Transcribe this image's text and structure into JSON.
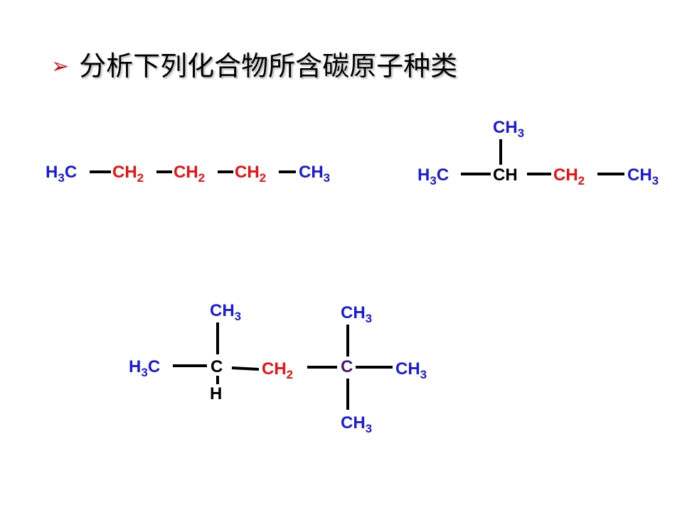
{
  "title": {
    "arrow_glyph": "➢",
    "text": "分析下列化合物所含碳原子种类"
  },
  "molecule1": {
    "atoms": [
      {
        "id": "c1",
        "head": "H",
        "sub": "3",
        "tail": "C",
        "color": "blue"
      },
      {
        "id": "c2",
        "head": "CH",
        "sub": "2",
        "tail": "",
        "color": "red"
      },
      {
        "id": "c3",
        "head": "CH",
        "sub": "2",
        "tail": "",
        "color": "red"
      },
      {
        "id": "c4",
        "head": "CH",
        "sub": "2",
        "tail": "",
        "color": "red"
      },
      {
        "id": "c5",
        "head": "CH",
        "sub": "3",
        "tail": "",
        "color": "blue"
      }
    ]
  },
  "molecule2": {
    "atoms": [
      {
        "id": "c1",
        "head": "H",
        "sub": "3",
        "tail": "C",
        "color": "blue"
      },
      {
        "id": "c2",
        "head": "CH",
        "sub": "",
        "tail": "",
        "color": "black"
      },
      {
        "id": "c3",
        "head": "CH",
        "sub": "2",
        "tail": "",
        "color": "red"
      },
      {
        "id": "c4",
        "head": "CH",
        "sub": "3",
        "tail": "",
        "color": "blue"
      },
      {
        "id": "branch",
        "head": "CH",
        "sub": "3",
        "tail": "",
        "color": "blue"
      }
    ]
  },
  "molecule3": {
    "atoms": [
      {
        "id": "c1",
        "head": "H",
        "sub": "3",
        "tail": "C",
        "color": "blue"
      },
      {
        "id": "c2",
        "head": "C",
        "sub": "",
        "tail": "",
        "color": "black"
      },
      {
        "id": "c2_h",
        "head": "H",
        "sub": "",
        "tail": "",
        "color": "black"
      },
      {
        "id": "c2_branch",
        "head": "CH",
        "sub": "3",
        "tail": "",
        "color": "blue"
      },
      {
        "id": "c3",
        "head": "CH",
        "sub": "2",
        "tail": "",
        "color": "red"
      },
      {
        "id": "c4",
        "head": "C",
        "sub": "",
        "tail": "",
        "color": "purple"
      },
      {
        "id": "c4_up",
        "head": "CH",
        "sub": "3",
        "tail": "",
        "color": "blue"
      },
      {
        "id": "c4_right",
        "head": "CH",
        "sub": "3",
        "tail": "",
        "color": "blue"
      },
      {
        "id": "c4_down",
        "head": "CH",
        "sub": "3",
        "tail": "",
        "color": "blue"
      }
    ]
  }
}
